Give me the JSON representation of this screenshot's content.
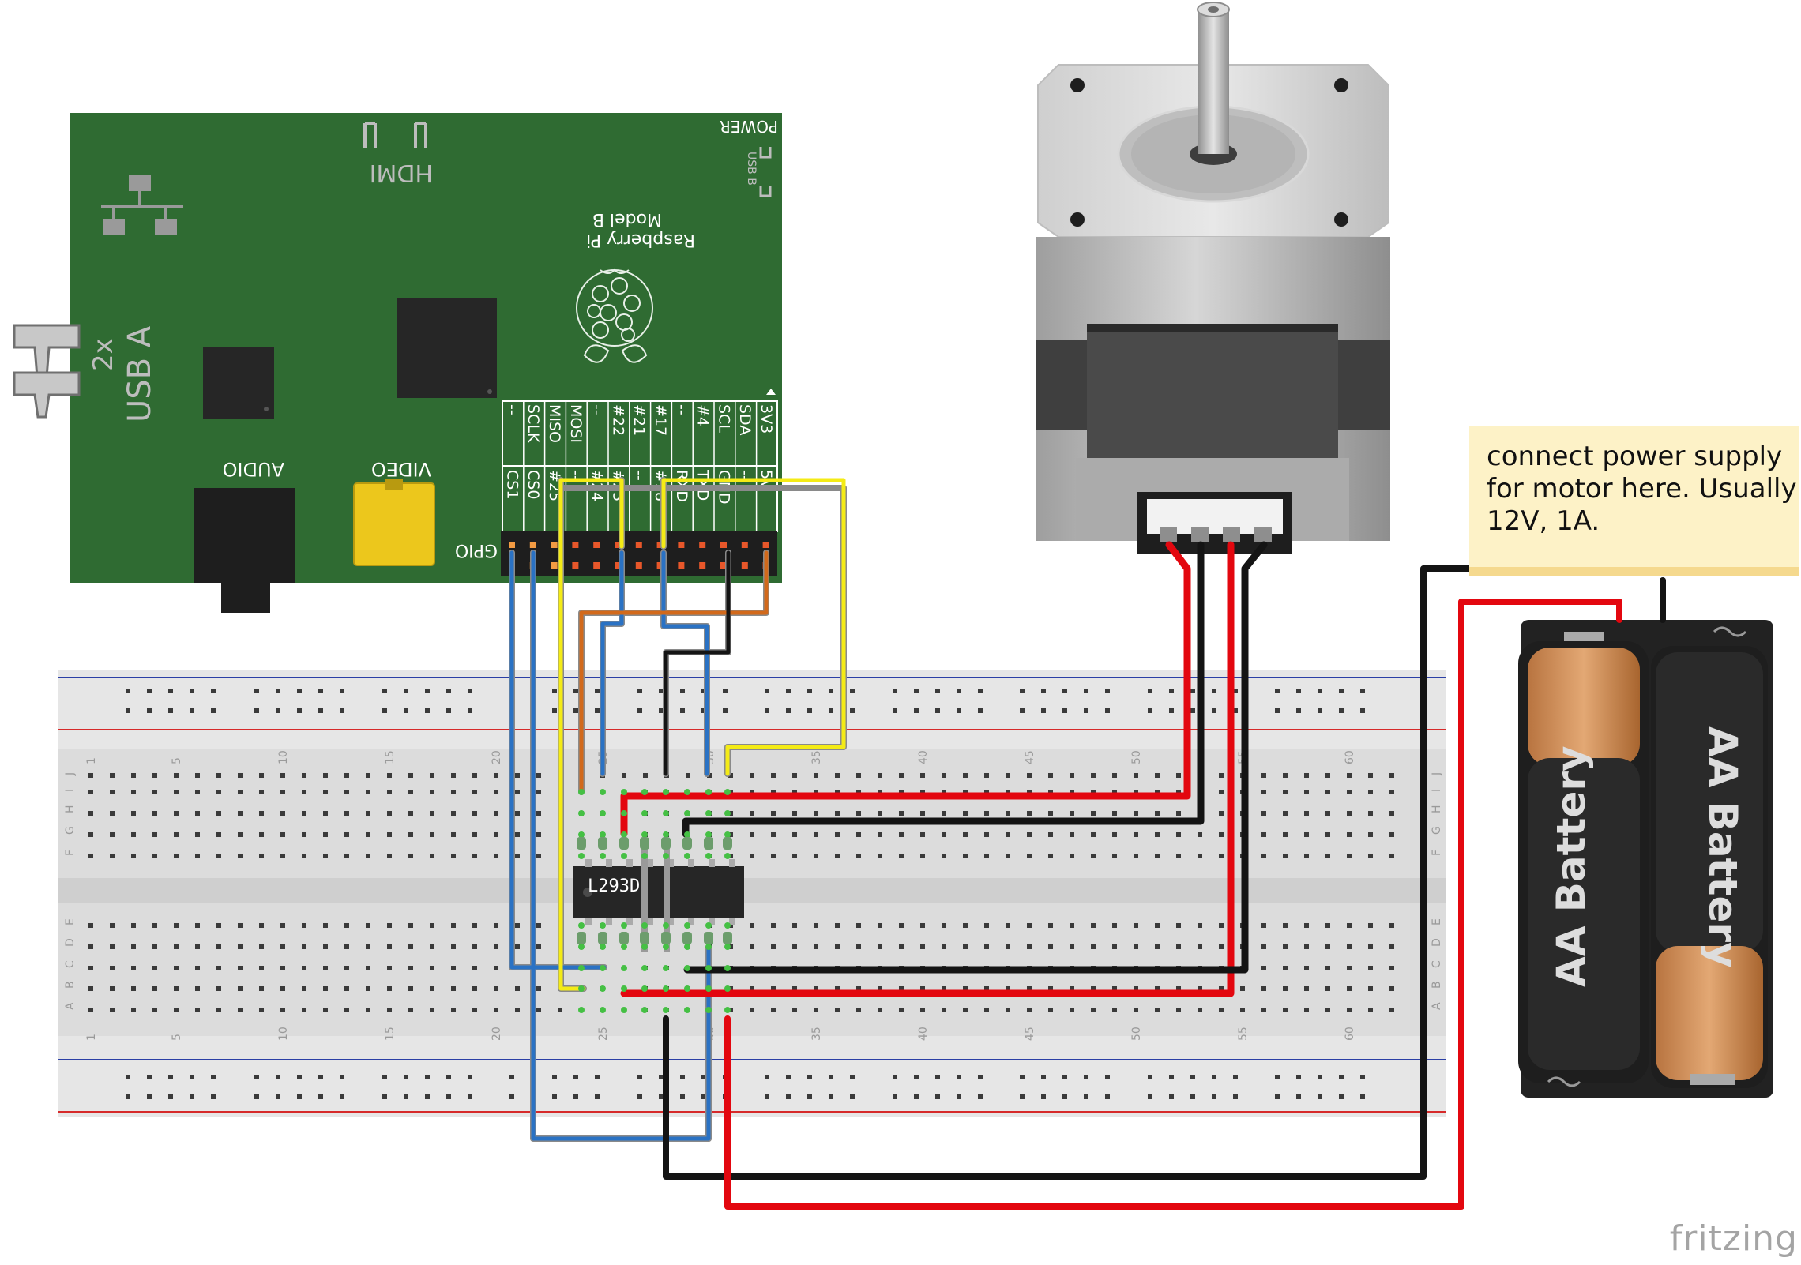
{
  "pi": {
    "power": "POWER",
    "usb_b": "USB B",
    "hdmi": "HDMI",
    "model_line1": "Raspberry Pi",
    "model_line2": "Model B",
    "usb_a_1": "2x",
    "usb_a_2": "USB A",
    "audio": "AUDIO",
    "video": "VIDEO",
    "gpio": "GPIO",
    "pins_top": [
      "3V3",
      "SDA",
      "SCL",
      "#4",
      "--",
      "#17",
      "#21",
      "#22",
      "--",
      "MOSI",
      "MISO",
      "SCLK",
      "--"
    ],
    "pins_bottom": [
      "5V",
      "--",
      "GND",
      "TXD",
      "RXD",
      "#18",
      "--",
      "#23",
      "#24",
      "--",
      "#25",
      "CS0",
      "CS1"
    ]
  },
  "breadboard": {
    "row_letters_top": [
      "J",
      "I",
      "H",
      "G",
      "F"
    ],
    "row_letters_bottom": [
      "E",
      "D",
      "C",
      "B",
      "A"
    ],
    "column_numbers": [
      "1",
      "5",
      "10",
      "15",
      "20",
      "25",
      "30",
      "35",
      "40",
      "45",
      "50",
      "55",
      "60"
    ]
  },
  "chip": {
    "label": "L293D"
  },
  "battery": {
    "cell1": "AA Battery",
    "cell2": "AA Battery"
  },
  "note": {
    "text": "connect power supply\nfor motor here. Usually\n12V, 1A."
  },
  "brand": "fritzing",
  "colors": {
    "pcb": "#2f6b32",
    "red_wire": "#e3070f",
    "black_wire": "#141414",
    "blue_wire": "#2a72c4",
    "yellow_wire": "#f4eb16",
    "orange_wire": "#d2691b"
  }
}
